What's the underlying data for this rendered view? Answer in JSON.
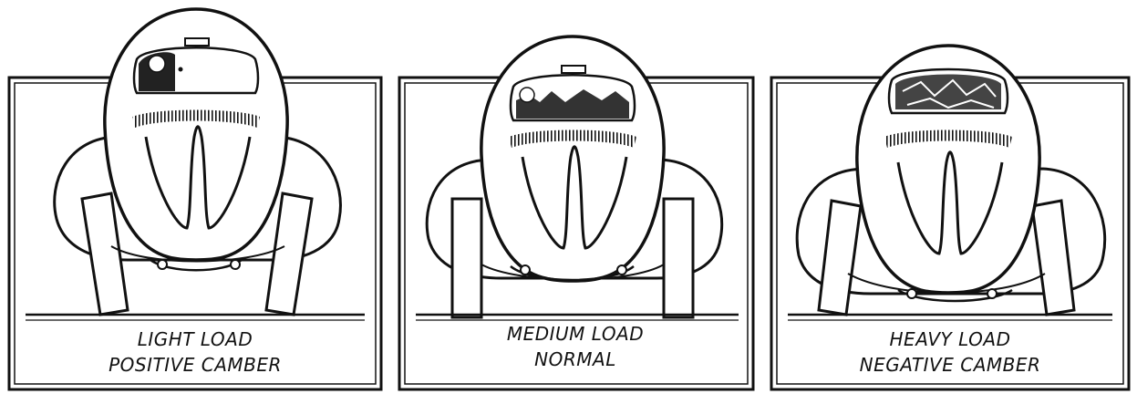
{
  "panels": [
    {
      "line1": "LIGHT LOAD",
      "line2": "POSITIVE CAMBER"
    },
    {
      "line1": "MEDIUM LOAD",
      "line2": "NORMAL"
    },
    {
      "line1": "HEAVY LOAD",
      "line2": "NEGATIVE CAMBER"
    }
  ]
}
